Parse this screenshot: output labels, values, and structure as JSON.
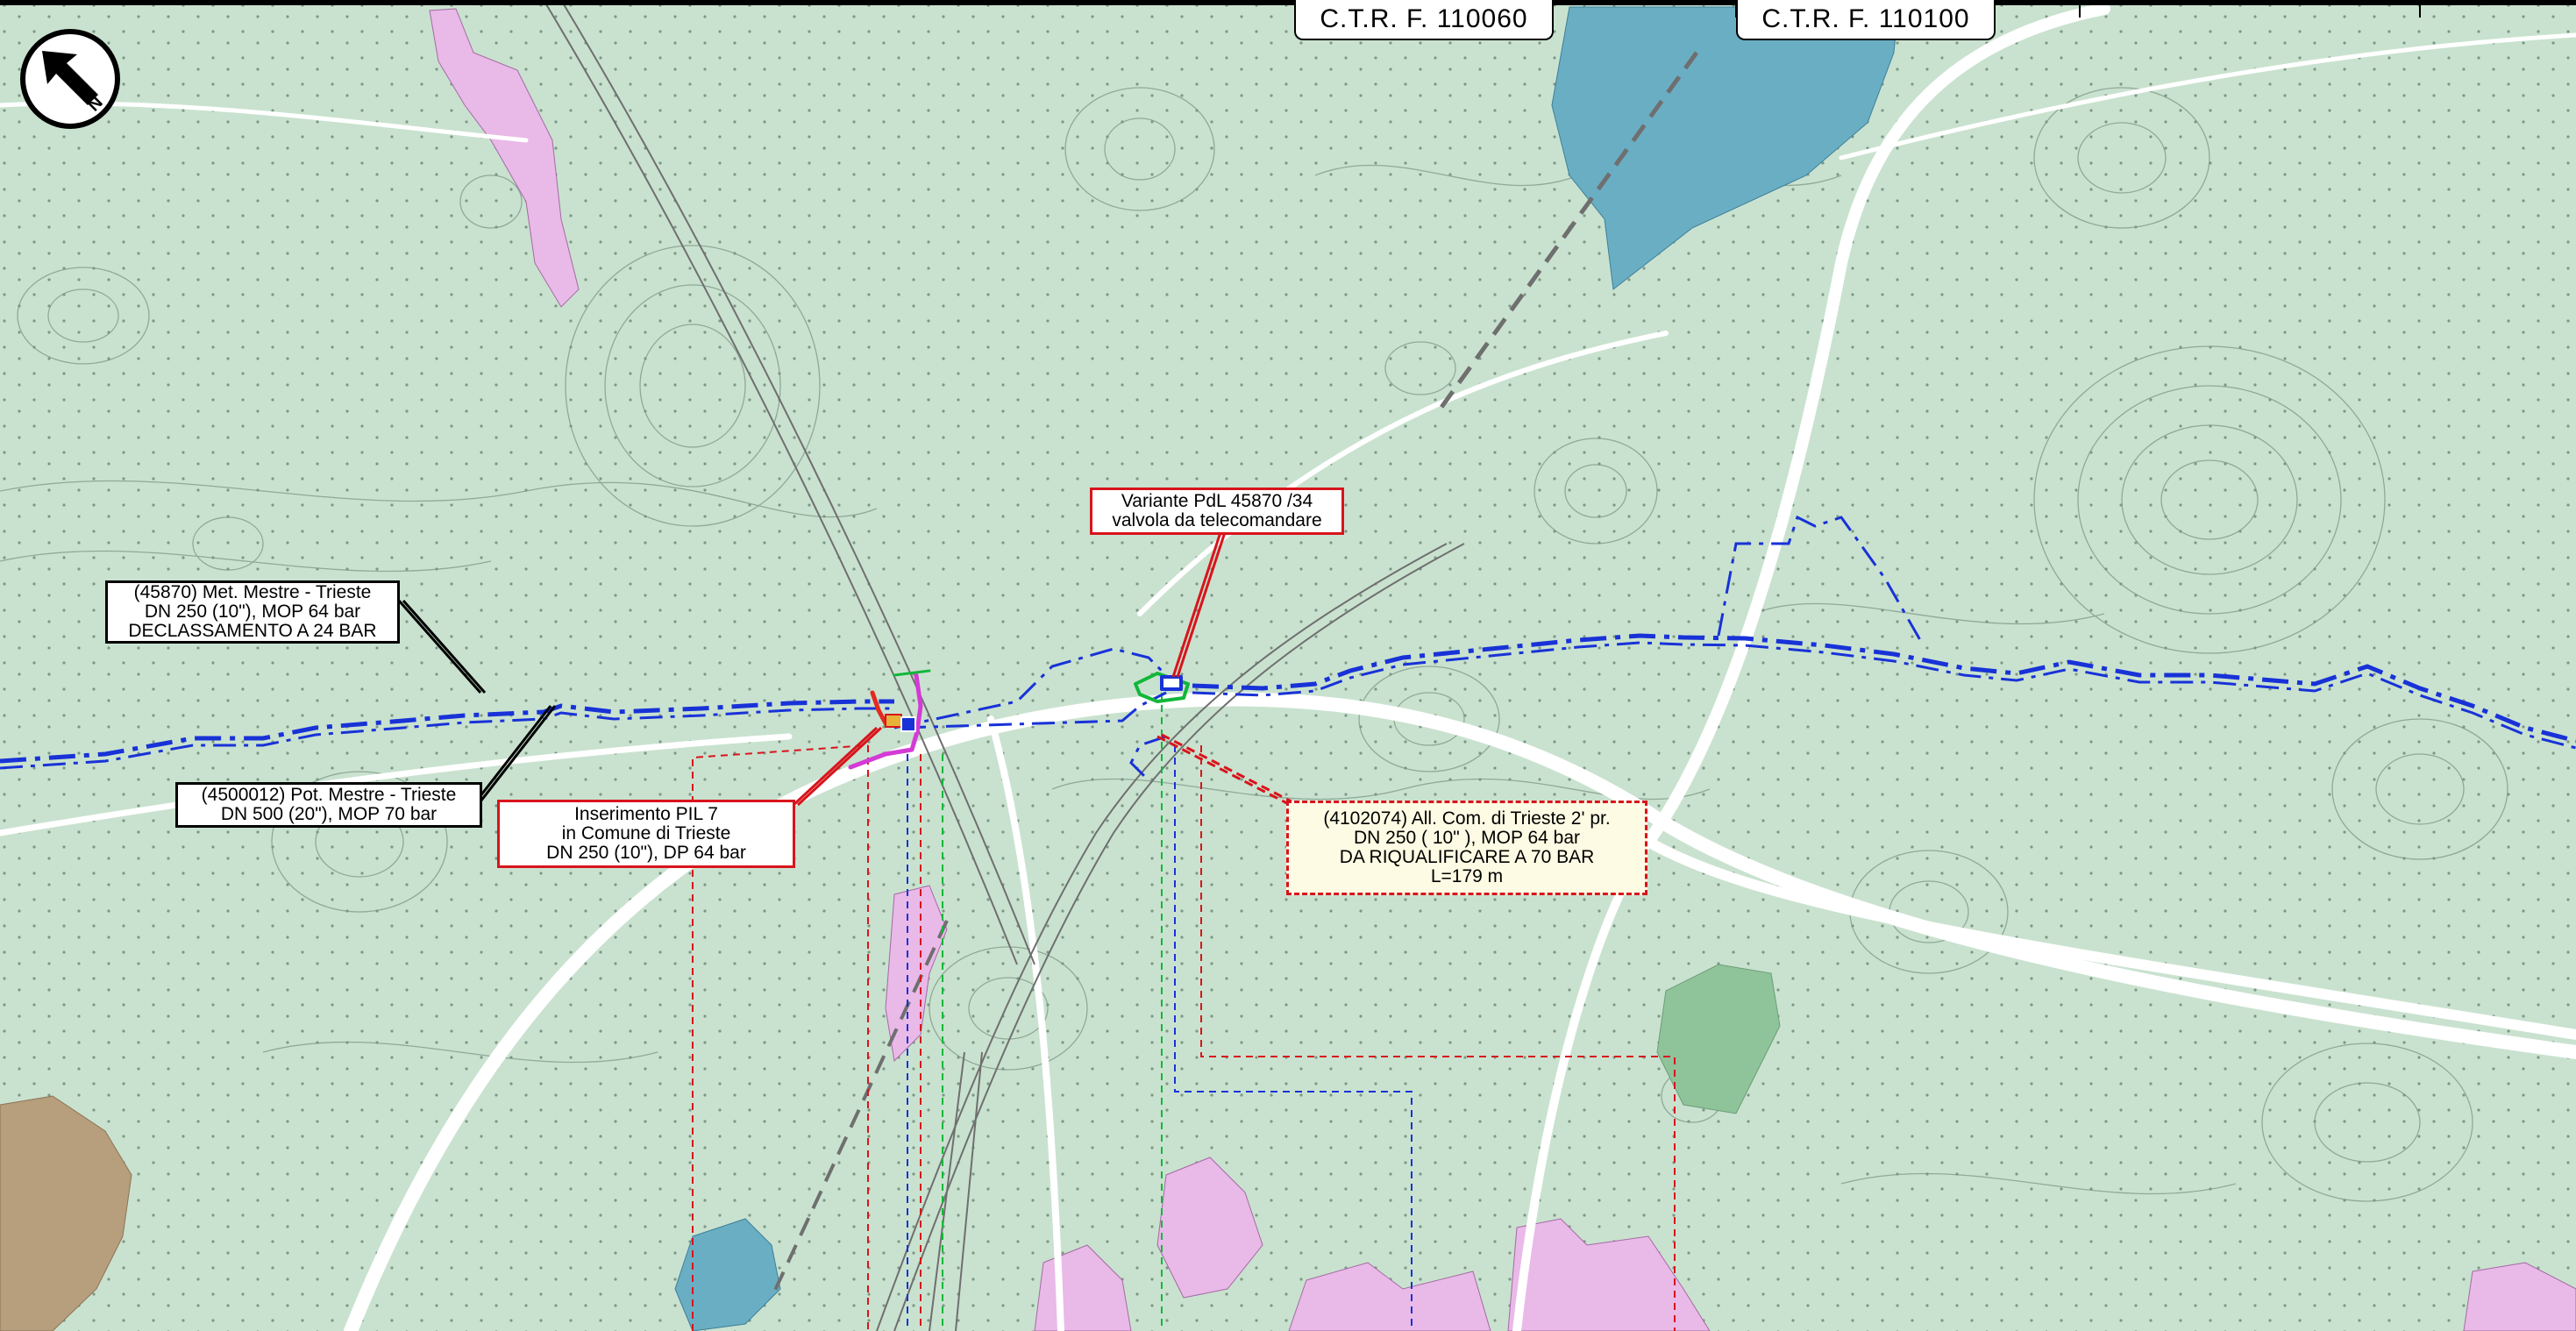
{
  "map": {
    "sheets": [
      {
        "label": "C.T.R.  F.  110060"
      },
      {
        "label": "C.T.R.  F.  110100"
      }
    ],
    "north_arrow": {
      "letter": "N",
      "icon": "north-arrow-icon"
    },
    "colors": {
      "background": "#c9e2cf",
      "urban_area": "#e9b9e8",
      "water": "#6aaec4",
      "pipeline": "#1832d8",
      "callout_red": "#d8141c",
      "forest": "#8fc39a",
      "quarry": "#b79e7c"
    },
    "callouts": {
      "variante": {
        "lines": [
          "Variante PdL 45870 /34",
          "valvola da telecomandare"
        ]
      },
      "met": {
        "lines": [
          "(45870) Met. Mestre - Trieste",
          "DN 250 (10\"), MOP 64 bar",
          "DECLASSAMENTO A 24 BAR"
        ]
      },
      "pot": {
        "lines": [
          "(4500012) Pot. Mestre - Trieste",
          "DN 500 (20\"), MOP 70 bar"
        ]
      },
      "pil": {
        "lines": [
          "Inserimento PIL 7",
          "in Comune di Trieste",
          "DN 250 (10\"), DP 64 bar"
        ]
      },
      "all": {
        "lines": [
          "(4102074) All. Com. di  Trieste  2' pr.",
          "DN 250 ( 10\" ), MOP 64 bar",
          "DA RIQUALIFICARE A 70 BAR",
          "L=179 m"
        ]
      }
    }
  }
}
